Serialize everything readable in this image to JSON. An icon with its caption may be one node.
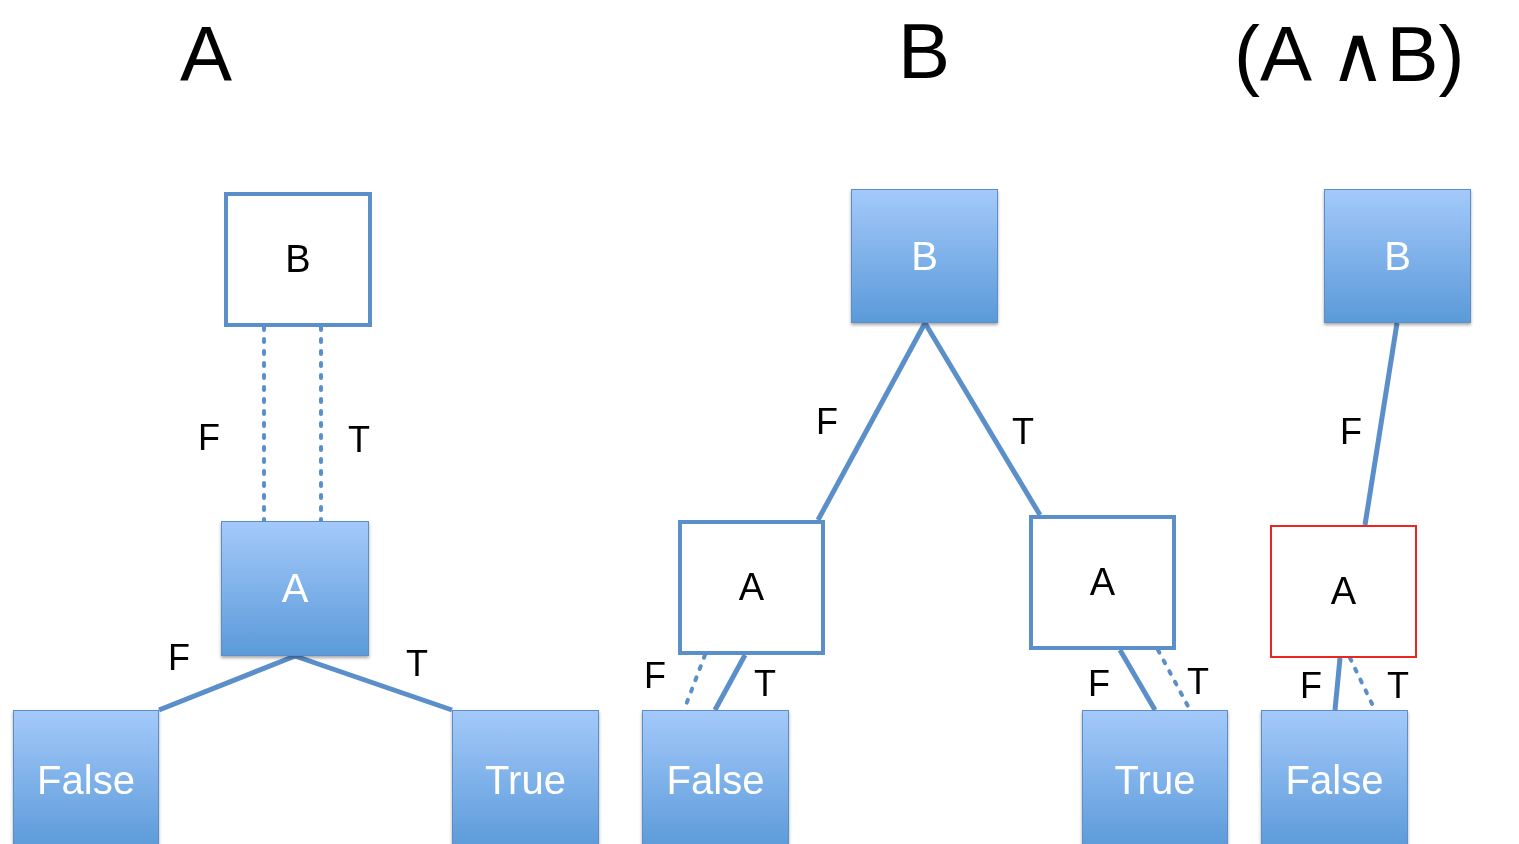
{
  "diagram": {
    "nodes": [
      {
        "text": [
          "B"
        ]
      },
      {
        "text": [
          "A"
        ]
      },
      {
        "text": [
          "False"
        ]
      },
      {
        "text": [
          "True"
        ]
      },
      {
        "text": [
          "B"
        ]
      },
      {
        "text": [
          "A"
        ]
      },
      {
        "text": [
          "A"
        ]
      },
      {
        "text": [
          "False"
        ]
      },
      {
        "text": [
          "True"
        ]
      },
      {
        "text": [
          "B"
        ]
      },
      {
        "text": [
          "A"
        ]
      },
      {
        "text": [
          "False"
        ]
      }
    ],
    "edges": [
      {
        "from": 0,
        "to": 1,
        "arrow": "none",
        "label": "F",
        "style": "dashed"
      },
      {
        "from": 0,
        "to": 1,
        "arrow": "none",
        "label": "T",
        "style": "dashed"
      },
      {
        "from": 1,
        "to": 2,
        "arrow": "none",
        "label": "F"
      },
      {
        "from": 1,
        "to": 3,
        "arrow": "none",
        "label": "T"
      },
      {
        "from": 4,
        "to": 5,
        "arrow": "none",
        "label": "F"
      },
      {
        "from": 4,
        "to": 6,
        "arrow": "none",
        "label": "T"
      },
      {
        "from": 5,
        "to": 7,
        "arrow": "none",
        "label": "F",
        "style": "dashed"
      },
      {
        "from": 5,
        "to": 7,
        "arrow": "none",
        "label": "T"
      },
      {
        "from": 6,
        "to": 8,
        "arrow": "none",
        "label": "F"
      },
      {
        "from": 6,
        "to": 8,
        "arrow": "none",
        "label": "T",
        "style": "dashed"
      },
      {
        "from": 9,
        "to": 10,
        "arrow": "none",
        "label": "F"
      },
      {
        "from": 10,
        "to": 11,
        "arrow": "none",
        "label": "F"
      },
      {
        "from": 10,
        "to": 11,
        "arrow": "none",
        "label": "T",
        "style": "dashed"
      }
    ],
    "labels": [
      "A",
      "B",
      "(A ∧B)"
    ]
  }
}
